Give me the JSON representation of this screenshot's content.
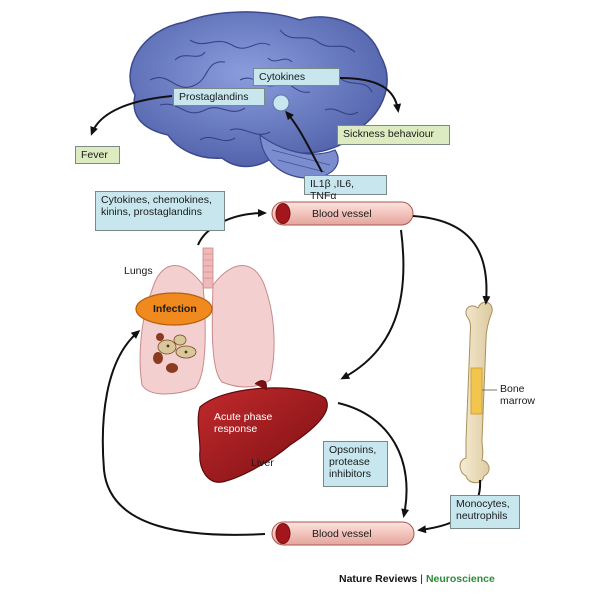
{
  "organs": {
    "lungs": "Lungs",
    "liver": "Liver",
    "bone_marrow": "Bone\nmarrow",
    "infection": "Infection",
    "acute_phase": "Acute phase\nresponse"
  },
  "boxes": {
    "cytokines": "Cytokines",
    "prostaglandins": "Prostaglandins",
    "fever": "Fever",
    "sickness": "Sickness behaviour",
    "mediators": "Cytokines, chemokines,\nkinins, prostaglandins",
    "il": "IL1β ,IL6, TNFα",
    "opsonins": "Opsonins,\nprotease\ninhibitors",
    "monocytes": "Monocytes,\nneutrophils"
  },
  "vessels": {
    "top": "Blood vessel",
    "bottom": "Blood vessel"
  },
  "credit": {
    "publisher": "Nature Reviews",
    "separator": "|",
    "journal": "Neuroscience"
  },
  "colors": {
    "brain": "#6c7fc4",
    "vessel": "#f2c8c2",
    "liver": "#a3171c",
    "lung": "#f3cfd0",
    "infection": "#f08a1e",
    "bone": "#efe2c2"
  }
}
